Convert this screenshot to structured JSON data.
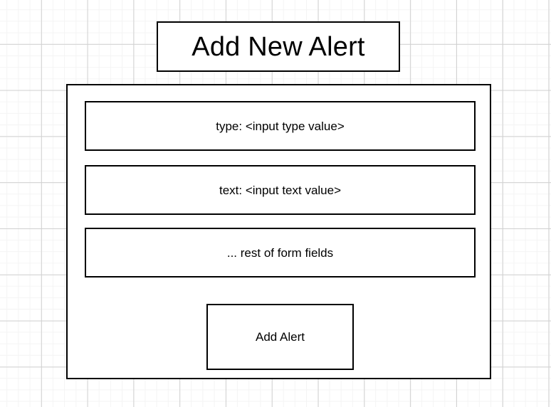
{
  "diagram": {
    "title_box": {
      "label": "Add New Alert"
    },
    "form_panel": {
      "fields": [
        {
          "label": "type: <input type value>"
        },
        {
          "label": "text: <input text value>"
        },
        {
          "label": "... rest of form fields"
        }
      ],
      "submit_button": {
        "label": "Add Alert"
      }
    }
  },
  "colors": {
    "stroke": "#000000",
    "fill": "#ffffff",
    "grid_minor": "#f4f4f4",
    "grid_major": "#d0d0d0"
  }
}
